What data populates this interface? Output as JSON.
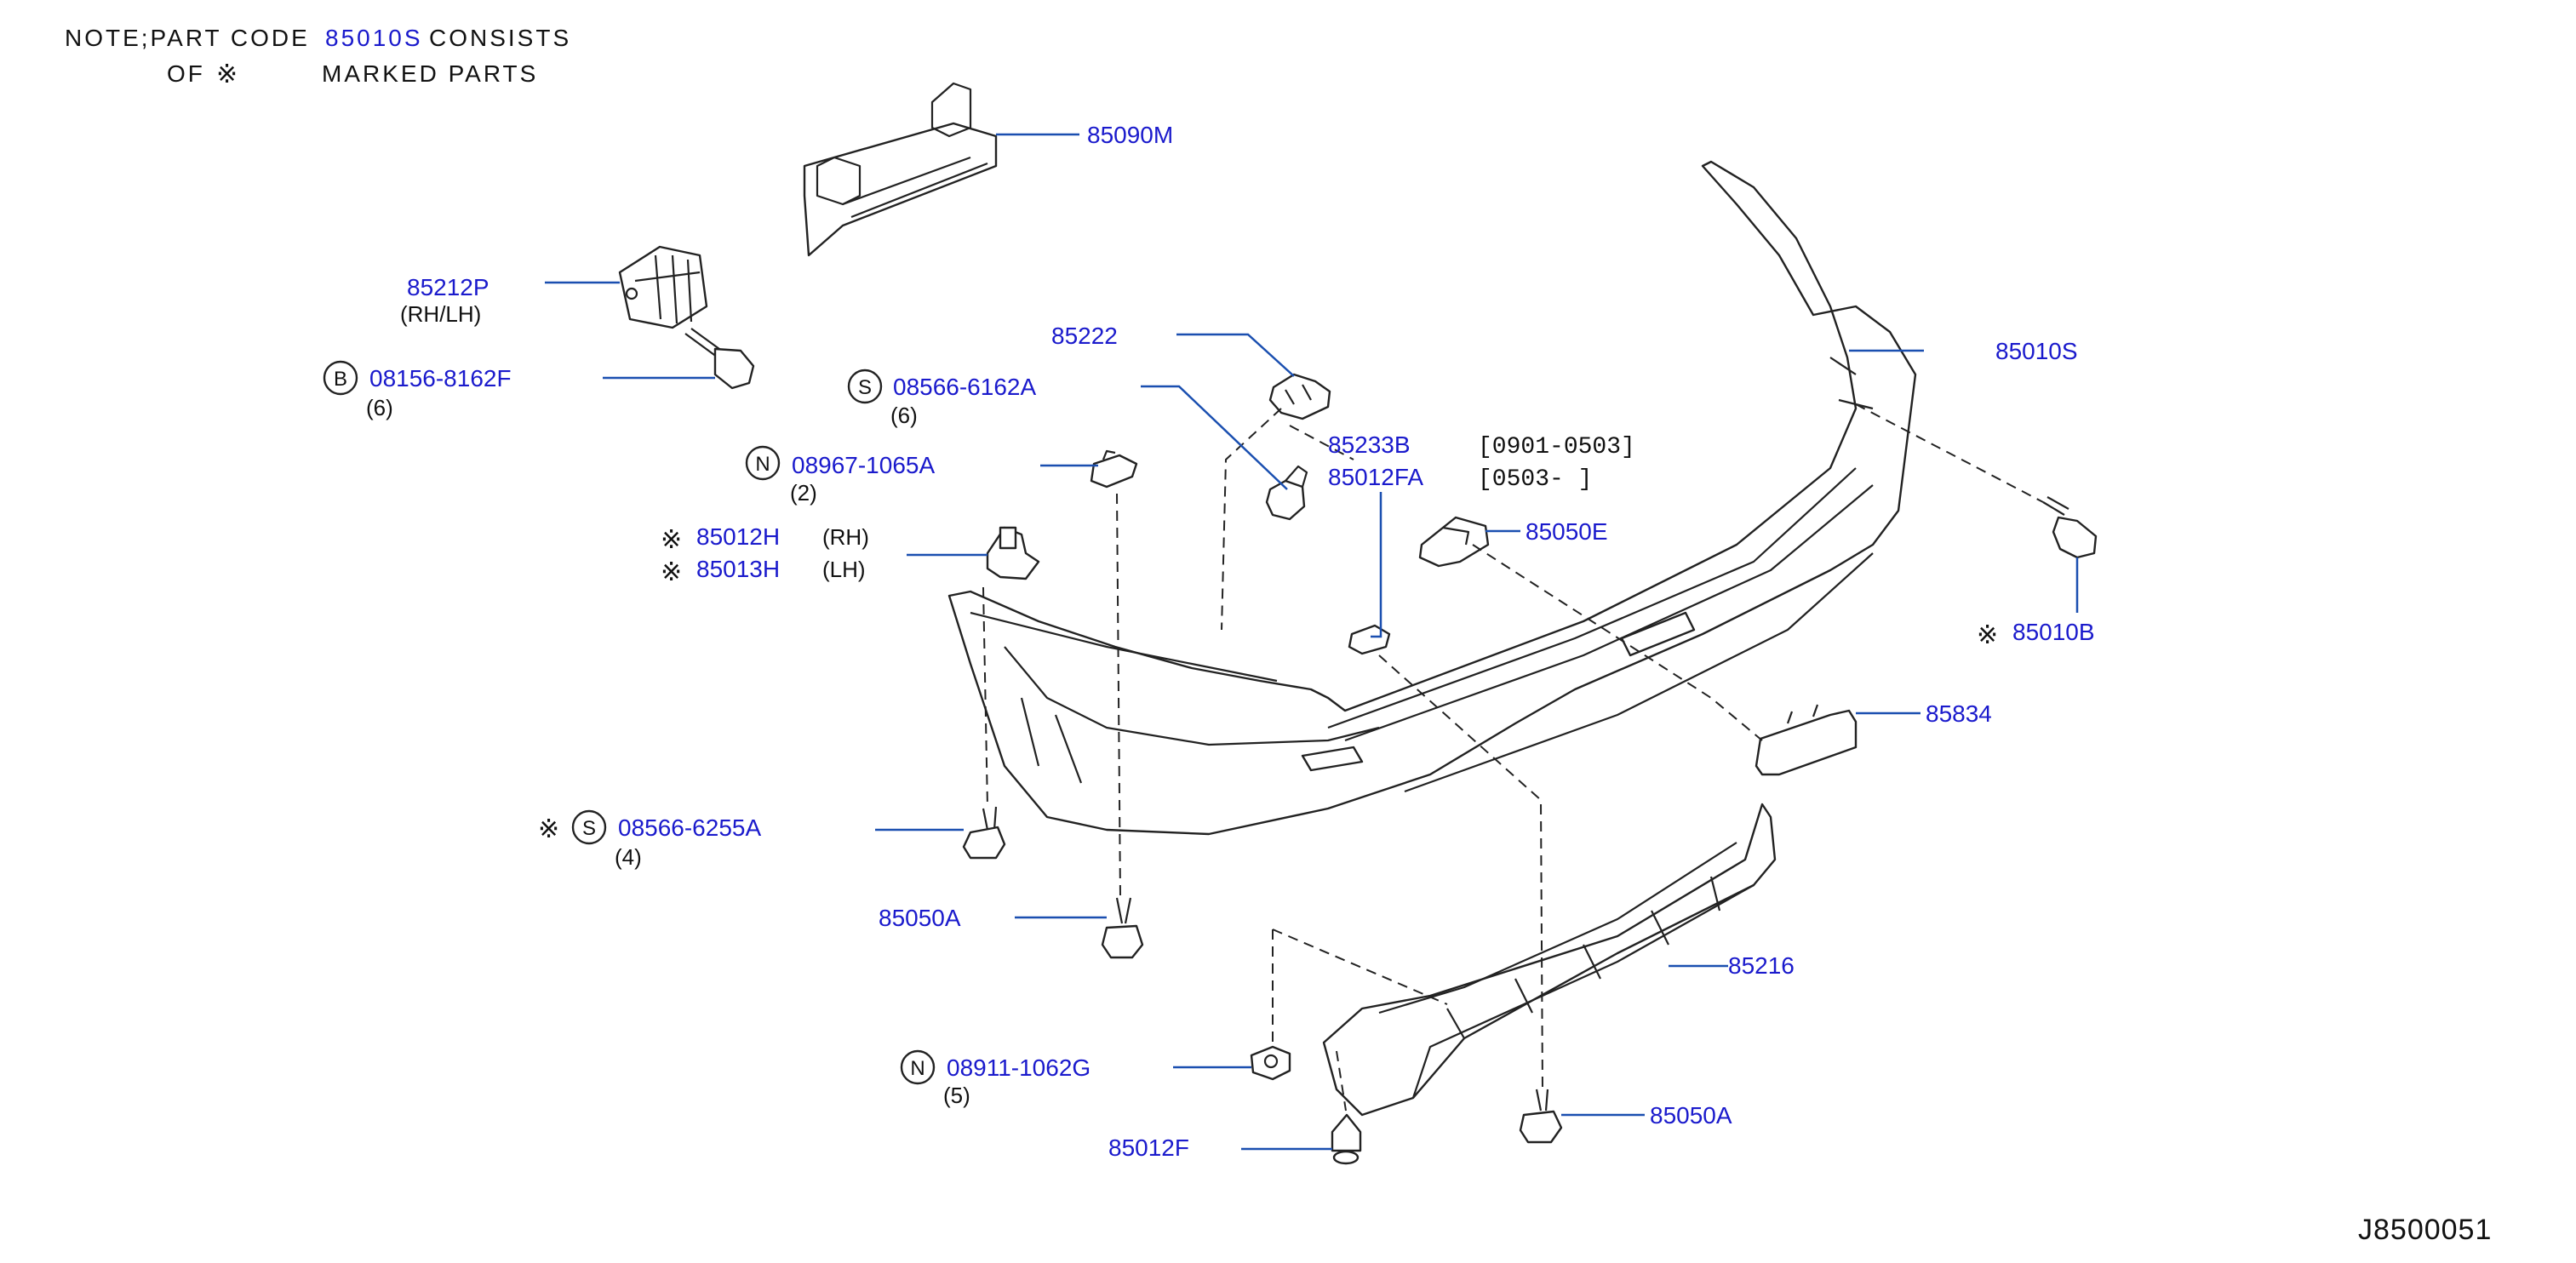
{
  "note": {
    "line1_prefix": "NOTE;PART  CODE",
    "line1_code": "85010S",
    "line1_suffix": "CONSISTS",
    "line2_prefix": "OF",
    "line2_mark": "※",
    "line2_suffix": "MARKED  PARTS"
  },
  "mark_symbol": "※",
  "parts": {
    "p85090M": "85090M",
    "p85212P": "85212P",
    "p85212P_side": "(RH/LH)",
    "p08156_sym": "B",
    "p08156": "08156-8162F",
    "p08156_qty": "(6)",
    "p85222": "85222",
    "p08566a_sym": "S",
    "p08566a": "08566-6162A",
    "p08566a_qty": "(6)",
    "p08967_sym": "N",
    "p08967": "08967-1065A",
    "p08967_qty": "(2)",
    "p85233B": "85233B",
    "p85012FA": "85012FA",
    "date1": "[0901-0503]",
    "date2": "[0503-         ]",
    "p85050E": "85050E",
    "p85012H": "85012H",
    "p85012H_side": "(RH)",
    "p85013H": "85013H",
    "p85013H_side": "(LH)",
    "p85010S": "85010S",
    "p85010B": "85010B",
    "p85834": "85834",
    "p08566b_sym": "S",
    "p08566b": "08566-6255A",
    "p08566b_qty": "(4)",
    "p85050A_left": "85050A",
    "p85216": "85216",
    "p08911_sym": "N",
    "p08911": "08911-1062G",
    "p08911_qty": "(5)",
    "p85050A_right": "85050A",
    "p85012F": "85012F"
  },
  "doc_id": "J8500051",
  "colors": {
    "part_label": "#1a1acc",
    "leader_line": "#1a4fb0",
    "drawing_ink": "#222222",
    "background": "#ffffff"
  }
}
